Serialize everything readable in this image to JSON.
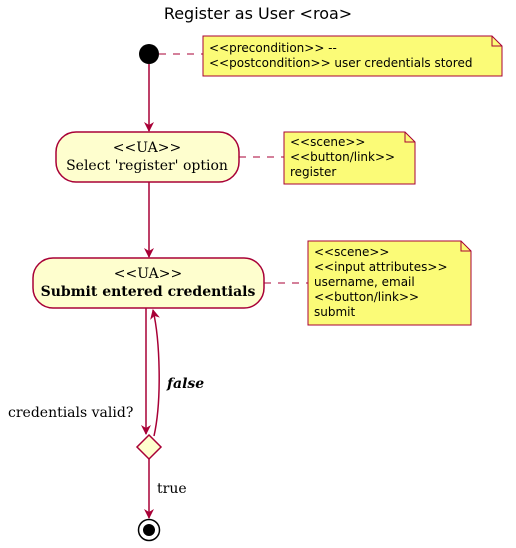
{
  "title": "Register as User <roa>",
  "notes": {
    "start": [
      "<<precondition>> --",
      "<<postcondition>> user credentials stored"
    ],
    "select": [
      "<<scene>>",
      "<<button/link>>",
      "register"
    ],
    "submit": [
      "<<scene>>",
      "<<input attributes>>",
      " username, email",
      "<<button/link>>",
      "submit"
    ]
  },
  "activities": {
    "select": {
      "stereotype": "<<UA>>",
      "label": "Select 'register' option"
    },
    "submit": {
      "stereotype": "<<UA>>",
      "label": "Submit entered credentials"
    }
  },
  "decision": {
    "question": "credentials valid?",
    "false_label": "false",
    "true_label": "true"
  },
  "colors": {
    "arrow": "#A80036",
    "activity_fill": "#FEFECE",
    "note_fill": "#FBFB77",
    "note_border": "#A80036",
    "node": "#000000"
  }
}
